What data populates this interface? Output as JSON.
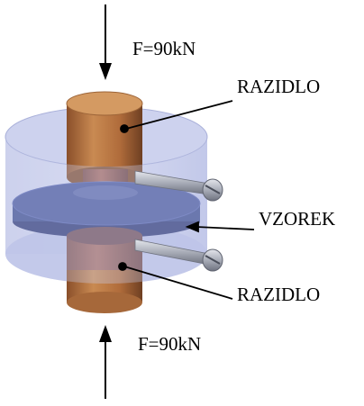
{
  "labels": {
    "force_top": "F=90kN",
    "punch_top": "RAZIDLO",
    "specimen": "VZOREK",
    "punch_bottom": "RAZIDLO",
    "force_bottom": "F=90kN"
  },
  "colors": {
    "copper": "#b8743f",
    "copper_dark": "#7e4a29",
    "housing_blue": "#b7bfe6",
    "specimen_blue": "#3a4a8c",
    "screw_gray": "#a9adb8",
    "arrow": "#000000"
  },
  "icons": {
    "force_arrow": "down-arrow / up-arrow",
    "screw_head": "slotted-screw"
  }
}
